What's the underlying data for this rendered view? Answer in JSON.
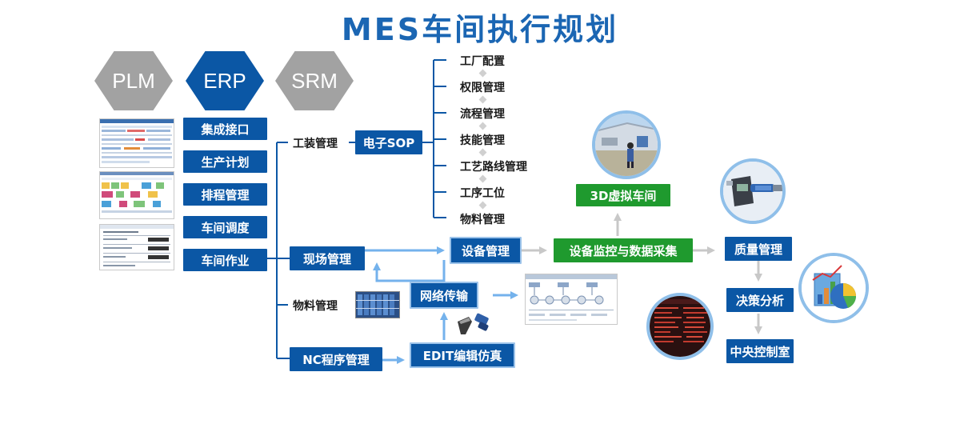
{
  "title": "MES车间执行规划",
  "systems": {
    "plm": "PLM",
    "erp": "ERP",
    "srm": "SRM"
  },
  "erp_modules": [
    {
      "label": "集成接口"
    },
    {
      "label": "生产计划"
    },
    {
      "label": "排程管理"
    },
    {
      "label": "车间调度"
    },
    {
      "label": "车间作业"
    }
  ],
  "branches": {
    "tooling": "工装管理",
    "sop": "电子SOP",
    "site": "现场管理",
    "material": "物料管理",
    "nc": "NC程序管理"
  },
  "sop_items": [
    {
      "label": "工厂配置"
    },
    {
      "label": "权限管理"
    },
    {
      "label": "流程管理"
    },
    {
      "label": "技能管理"
    },
    {
      "label": "工艺路线管理"
    },
    {
      "label": "工序工位"
    },
    {
      "label": "物料管理"
    }
  ],
  "flow": {
    "equipment": "设备管理",
    "monitoring": "设备监控与数据采集",
    "virtual_3d": "3D虚拟车间",
    "quality": "质量管理",
    "decision": "决策分析",
    "control_room": "中央控制室",
    "network": "网络传输",
    "edit_sim": "EDIT编辑仿真"
  },
  "colors": {
    "primary_blue": "#0b57a5",
    "green": "#1f9a2e",
    "gray_hex": "#a2a2a2",
    "light_blue_arrow": "#74b2ec",
    "gray_arrow": "#c8c8c8"
  }
}
